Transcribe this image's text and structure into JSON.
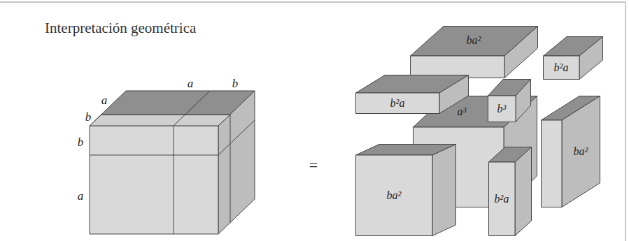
{
  "diagram": {
    "title": "Interpretación geométrica",
    "nodes": [
      {
        "text": [
          "ba²"
        ]
      },
      {
        "text": [
          "b²a"
        ]
      },
      {
        "text": [
          "b²a"
        ]
      },
      {
        "text": [
          "b³"
        ]
      },
      {
        "text": [
          "a³"
        ]
      },
      {
        "text": [
          "ba²"
        ]
      },
      {
        "text": [
          "ba²"
        ]
      },
      {
        "text": [
          "b²a"
        ]
      }
    ],
    "labels": [
      "a",
      "b",
      "a",
      "b",
      "b",
      "a",
      "="
    ]
  }
}
